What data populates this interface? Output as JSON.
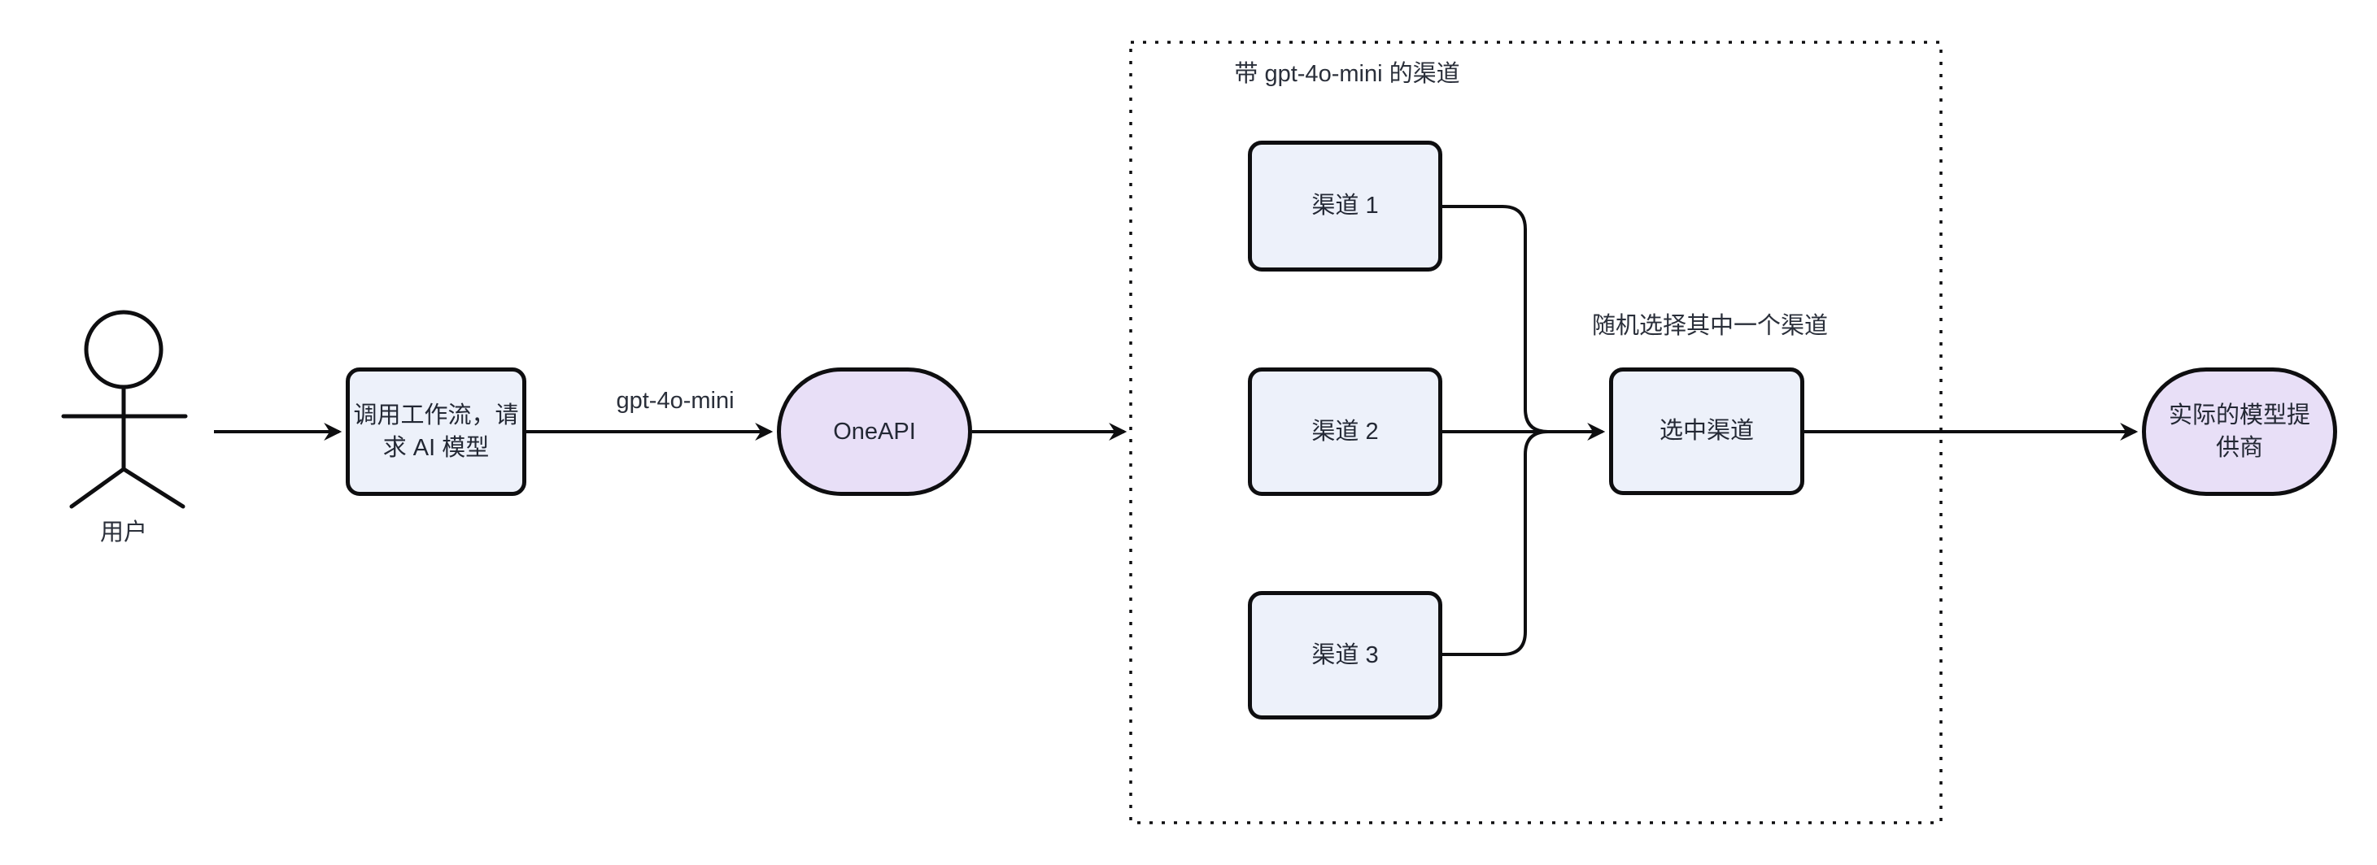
{
  "diagram": {
    "type": "flowchart",
    "background": "#ffffff",
    "colors": {
      "box_fill": "#edf1fa",
      "pill_fill": "#e8dff7",
      "stroke": "#0e0e10",
      "text": "#232834"
    },
    "actor": {
      "label": "用户"
    },
    "nodes": {
      "workflow": {
        "lines": [
          "调用工作流，请",
          "求 AI 模型"
        ]
      },
      "oneapi": {
        "label": "OneAPI"
      },
      "channel1": {
        "label": "渠道 1"
      },
      "channel2": {
        "label": "渠道 2"
      },
      "channel3": {
        "label": "渠道 3"
      },
      "selected": {
        "label": "选中渠道"
      },
      "provider": {
        "lines": [
          "实际的模型提",
          "供商"
        ]
      }
    },
    "labels": {
      "edge_model": "gpt-4o-mini",
      "container_title": "带 gpt-4o-mini 的渠道",
      "random_note": "随机选择其中一个渠道"
    }
  }
}
